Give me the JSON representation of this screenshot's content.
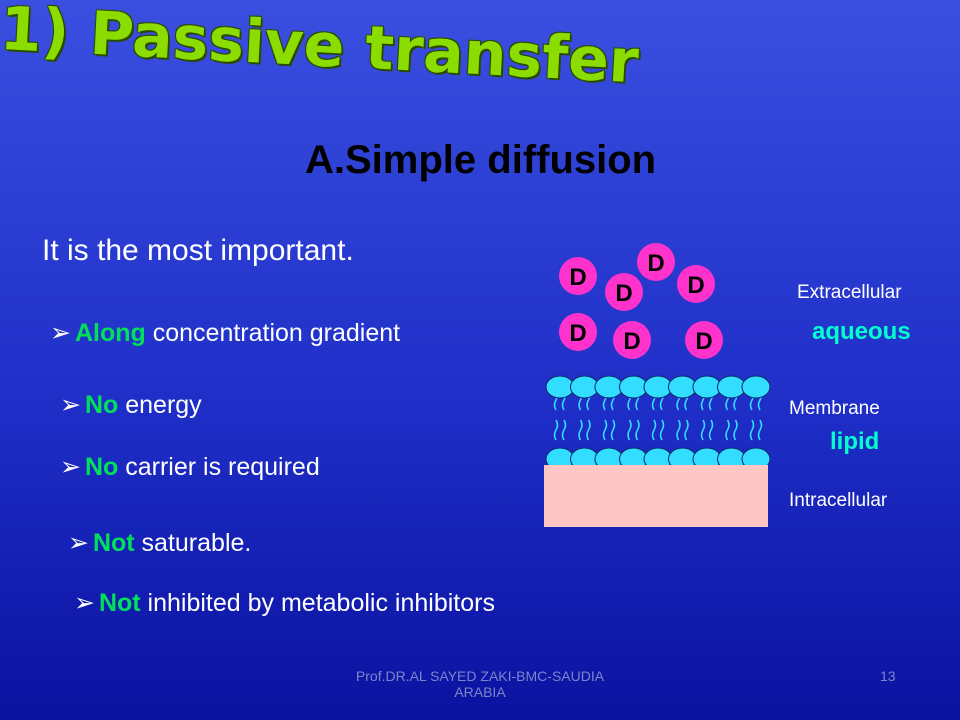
{
  "heading": "1) Passive transfer",
  "subtitle": "A.Simple diffusion",
  "intro": "It is the most important.",
  "bullets": [
    {
      "keyword": "Along",
      "text": "  concentration gradient"
    },
    {
      "keyword": "No",
      "text": " energy"
    },
    {
      "keyword": "No",
      "text": " carrier is required"
    },
    {
      "keyword": "Not",
      "text": " saturable."
    },
    {
      "keyword": "Not",
      "text": " inhibited by metabolic inhibitors"
    }
  ],
  "diagram": {
    "drug_label": "D",
    "extracellular": "Extracellular",
    "aqueous": "aqueous",
    "membrane": "Membrane",
    "lipid": "lipid",
    "intracellular": "Intracellular",
    "colors": {
      "drug": "#ff33cc",
      "head": "#33ddff",
      "cytoplasm": "#ffc6c6",
      "keyword": "#00e05a",
      "heading": "#8bdc00"
    }
  },
  "footer": "Prof.DR.AL SAYED ZAKI-BMC-SAUDIA ARABIA",
  "page_number": "13"
}
